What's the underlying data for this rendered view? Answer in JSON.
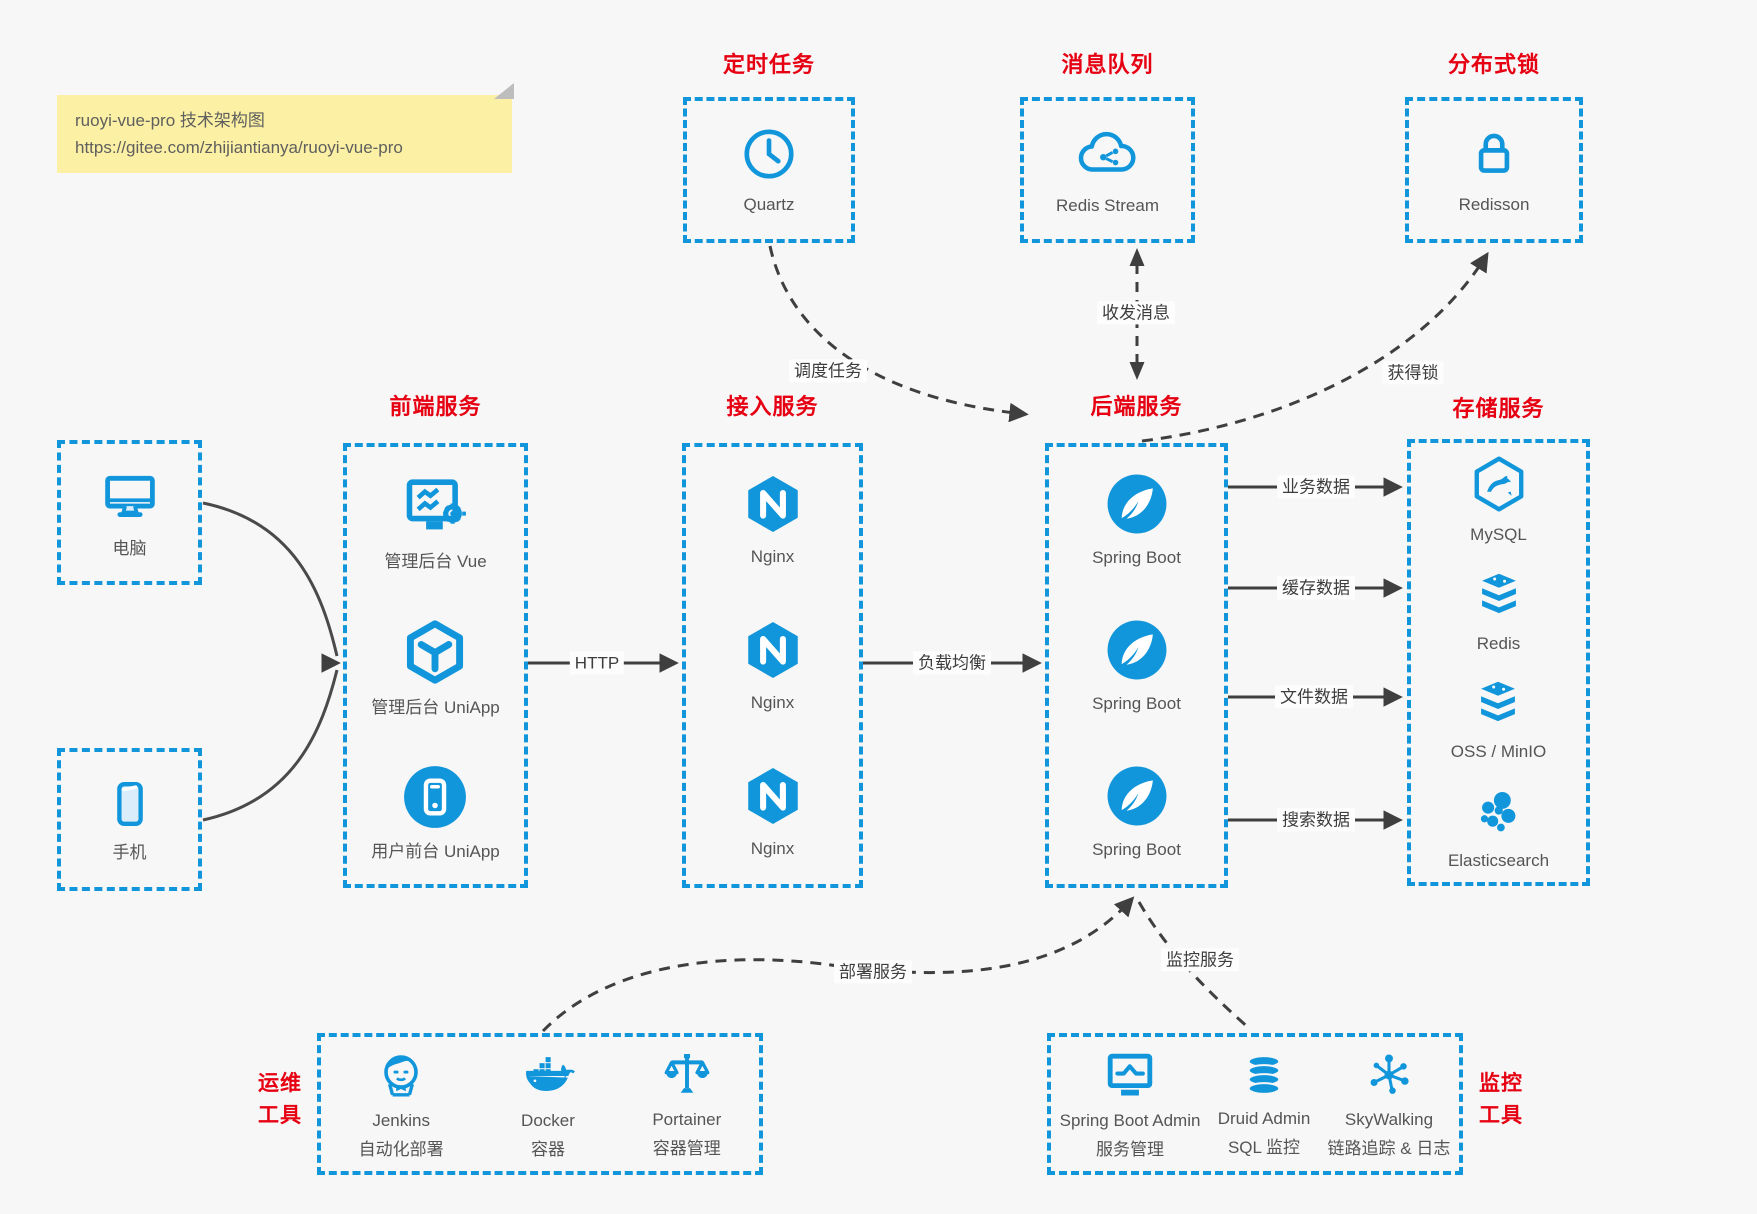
{
  "colors": {
    "accent": "#1296db",
    "title_red": "#e60012",
    "background": "#f7f7f7",
    "wire": "#3f3f3f",
    "note_bg": "#fbf0a3"
  },
  "note": {
    "line1": "ruoyi-vue-pro 技术架构图",
    "line2": "https://gitee.com/zhijiantianya/ruoyi-vue-pro"
  },
  "scheduled": {
    "title": "定时任务",
    "item": {
      "label": "Quartz"
    }
  },
  "mq": {
    "title": "消息队列",
    "item": {
      "label": "Redis Stream"
    }
  },
  "lock": {
    "title": "分布式锁",
    "item": {
      "label": "Redisson"
    }
  },
  "clients": {
    "pc": "电脑",
    "mobile": "手机"
  },
  "frontend": {
    "title": "前端服务",
    "items": [
      {
        "label": "管理后台 Vue"
      },
      {
        "label": "管理后台 UniApp"
      },
      {
        "label": "用户前台 UniApp"
      }
    ]
  },
  "gateway": {
    "title": "接入服务",
    "items": [
      {
        "label": "Nginx"
      },
      {
        "label": "Nginx"
      },
      {
        "label": "Nginx"
      }
    ]
  },
  "backend": {
    "title": "后端服务",
    "items": [
      {
        "label": "Spring Boot"
      },
      {
        "label": "Spring Boot"
      },
      {
        "label": "Spring Boot"
      }
    ]
  },
  "storage": {
    "title": "存储服务",
    "items": [
      {
        "label": "MySQL"
      },
      {
        "label": "Redis"
      },
      {
        "label": "OSS / MinIO"
      },
      {
        "label": "Elasticsearch"
      }
    ]
  },
  "edges": {
    "schedule": "调度任务",
    "message": "收发消息",
    "acquire_lock": "获得锁",
    "http": "HTTP",
    "load_balance": "负载均衡",
    "business_data": "业务数据",
    "cache_data": "缓存数据",
    "file_data": "文件数据",
    "search_data": "搜索数据",
    "deploy": "部署服务",
    "monitor": "监控服务"
  },
  "ops": {
    "label1": "运维",
    "label2": "工具",
    "items": [
      {
        "name": "Jenkins",
        "desc": "自动化部署"
      },
      {
        "name": "Docker",
        "desc": "容器"
      },
      {
        "name": "Portainer",
        "desc": "容器管理"
      }
    ]
  },
  "monitoring": {
    "label1": "监控",
    "label2": "工具",
    "items": [
      {
        "name": "Spring Boot Admin",
        "desc": "服务管理"
      },
      {
        "name": "Druid Admin",
        "desc": "SQL 监控"
      },
      {
        "name": "SkyWalking",
        "desc": "链路追踪 & 日志"
      }
    ]
  }
}
